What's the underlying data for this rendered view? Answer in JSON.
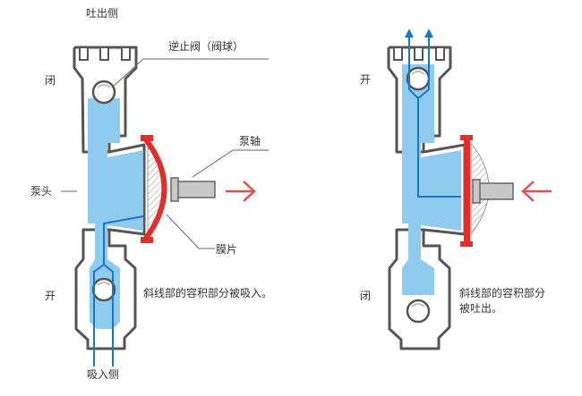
{
  "left_diagram": {
    "outlet_side": "吐出侧",
    "check_valve": "逆止阀（阀球）",
    "top_state": "闭",
    "pump_shaft": "泵轴",
    "pump_head": "泵头",
    "diaphragm": "膜片",
    "bottom_state": "开",
    "note": "斜线部的容积部分被吸入。",
    "inlet_side": "吸入侧"
  },
  "right_diagram": {
    "top_state": "开",
    "bottom_state": "闭",
    "note_line1": "斜线部的容积部分",
    "note_line2": "被吐出。"
  },
  "colors": {
    "liquid": "#8ecbee",
    "wall": "#555555",
    "diaphragm": "#e32d2d",
    "flow": "#1a78c2",
    "arrow": "#e05050",
    "shaft": "#c8c8c8"
  }
}
